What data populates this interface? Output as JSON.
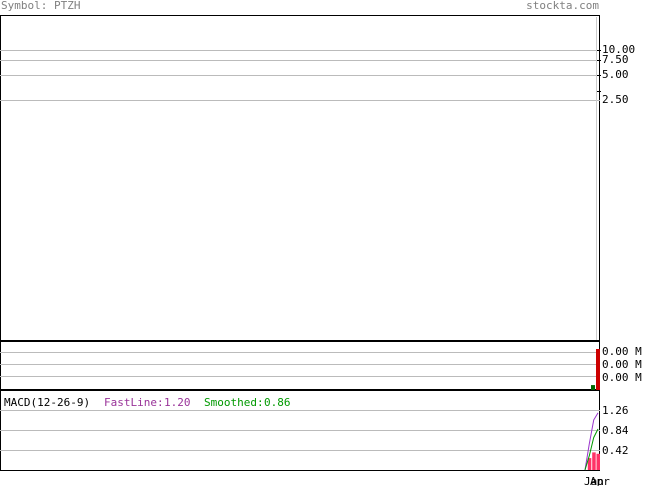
{
  "header": {
    "symbol_label": "Symbol: PTZH",
    "site": "stockta.com"
  },
  "chart_data": [
    {
      "type": "line",
      "panel": "price",
      "y_ticks": [
        "10.00",
        "7.50",
        "5.00",
        "2.50"
      ],
      "y_tick_values": [
        10.0,
        7.5,
        5.0,
        2.5
      ],
      "grid": true
    },
    {
      "type": "bar",
      "panel": "volume",
      "y_ticks": [
        "0.00 M",
        "0.00 M",
        "0.00 M"
      ],
      "bars": [
        {
          "color": "#cc0000",
          "level": 1.0
        },
        {
          "color": "#006600",
          "level": 0.12
        }
      ]
    },
    {
      "type": "line",
      "panel": "macd",
      "title": "MACD(12-26-9)",
      "fastline_label": "FastLine:",
      "fastline_value": "1.20",
      "smoothed_label": "Smoothed:",
      "smoothed_value": "0.86",
      "y_ticks": [
        "1.26",
        "0.84",
        "0.42"
      ],
      "y_tick_values": [
        1.26,
        0.84,
        0.42
      ],
      "x_ticks": [
        "Jan",
        "Apr"
      ],
      "series": [
        {
          "color": "#9933cc",
          "values": [
            0.0,
            0.55,
            1.05,
            1.2
          ]
        },
        {
          "color": "#009900",
          "values": [
            0.0,
            0.3,
            0.68,
            0.86
          ]
        }
      ],
      "histogram": {
        "color": "#ff3366",
        "values": [
          0.0,
          0.25,
          0.37,
          0.34
        ]
      }
    }
  ]
}
